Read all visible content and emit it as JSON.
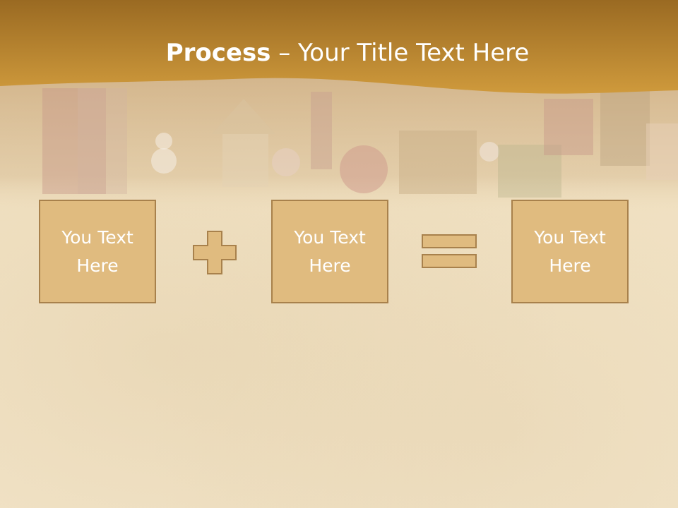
{
  "slide": {
    "title_bold": "Process",
    "title_rest": " – Your Title Text Here",
    "boxes": [
      {
        "text": "You Text Here"
      },
      {
        "text": "You Text Here"
      },
      {
        "text": "You Text Here"
      }
    ],
    "operators": [
      "plus-icon",
      "equals-icon"
    ]
  },
  "colors": {
    "header": "#c08a30",
    "box_fill": "#e0bb7f",
    "box_border": "#a8814c",
    "operator_fill": "#e0bb7f",
    "text": "#ffffff"
  }
}
